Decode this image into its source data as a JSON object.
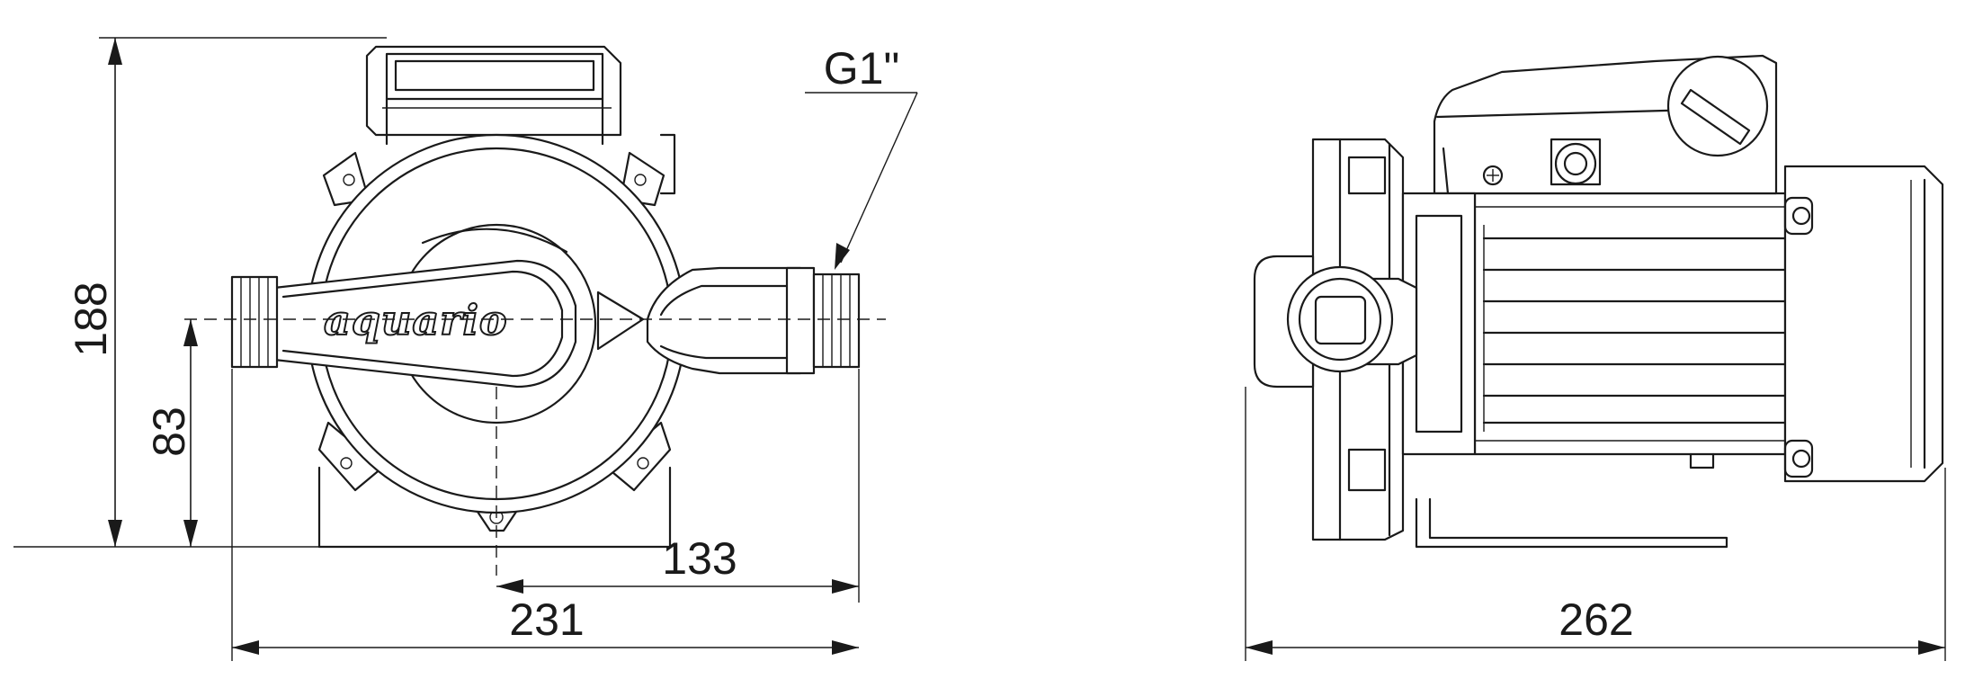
{
  "front_view": {
    "brand": "aquario",
    "dimensions": {
      "height_total": "188",
      "axis_height": "83",
      "axis_to_outlet": "133",
      "width_total": "231"
    },
    "thread_label": "G1\""
  },
  "side_view": {
    "dimensions": {
      "length_total": "262"
    }
  }
}
